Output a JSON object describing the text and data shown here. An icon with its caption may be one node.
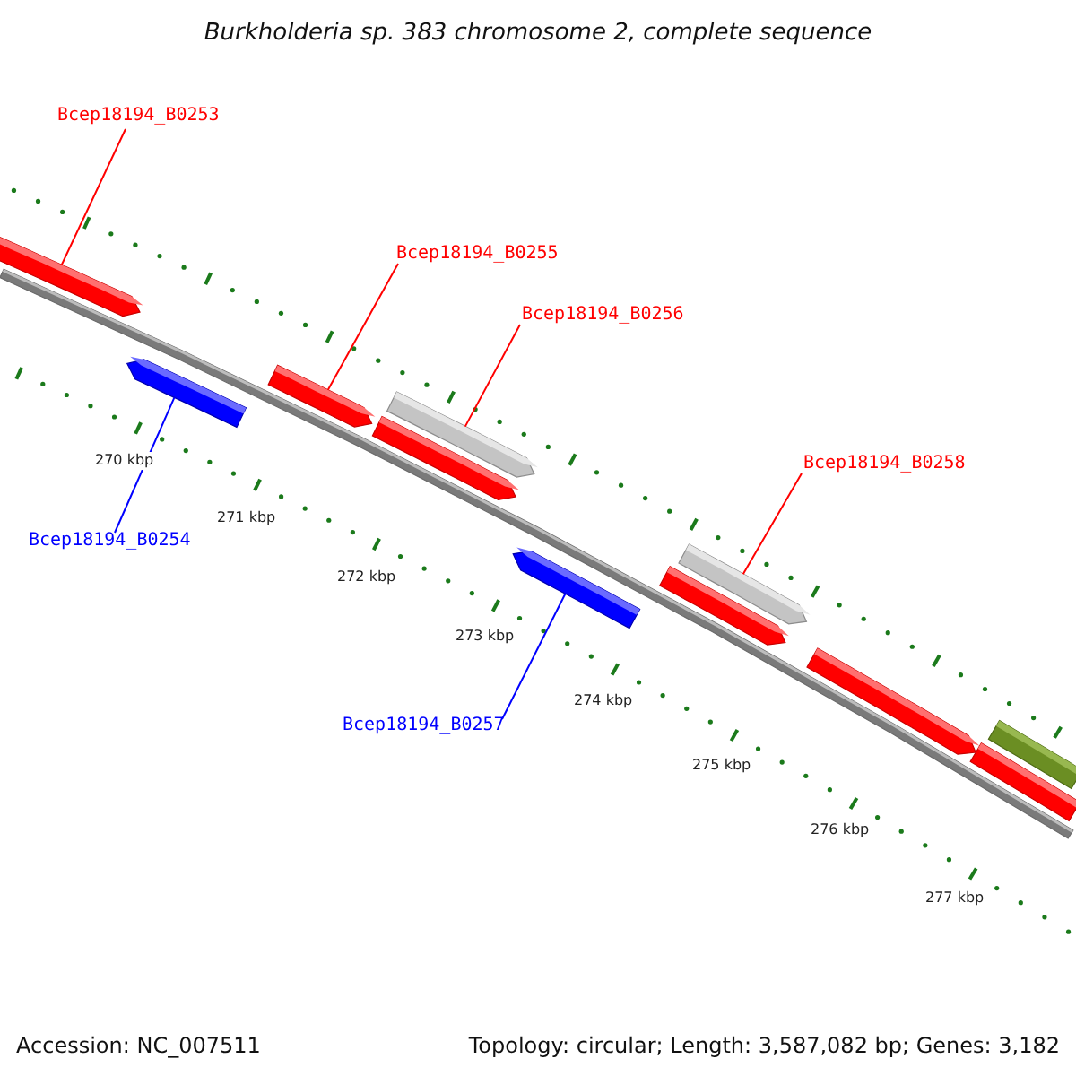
{
  "diagram": {
    "title": "Burkholderia sp. 383 chromosome 2, complete sequence",
    "nodes": [
      {
        "text": [
          "Bcep18194_B0253"
        ]
      },
      {
        "text": [],
        "shape": "bar"
      },
      {
        "text": [
          "Bcep18194_B0255"
        ]
      },
      {
        "text": [],
        "shape": "bar"
      },
      {
        "text": [
          "Bcep18194_B0256"
        ]
      },
      {
        "text": [],
        "shape": "bar"
      },
      {
        "text": [
          "Bcep18194_B0254"
        ]
      },
      {
        "text": [],
        "shape": "bar"
      },
      {
        "text": [
          "Bcep18194_B0258"
        ]
      },
      {
        "text": [],
        "shape": "bar"
      },
      {
        "text": [
          "Bcep18194_B0257"
        ]
      },
      {
        "text": [],
        "shape": "bar"
      },
      {
        "text": [],
        "shape": "bar"
      },
      {
        "text": [],
        "shape": "bar"
      },
      {
        "text": [],
        "shape": "bar"
      },
      {
        "text": [],
        "shape": "bar"
      },
      {
        "text": [],
        "shape": "bar"
      },
      {
        "text": [],
        "shape": "bar"
      }
    ],
    "edges": [
      {
        "from": 0,
        "to": 1,
        "arrow": "none"
      },
      {
        "from": 2,
        "to": 3,
        "arrow": "none"
      },
      {
        "from": 4,
        "to": 5,
        "arrow": "none"
      },
      {
        "from": 6,
        "to": 7,
        "arrow": "none",
        "color": "#0000ff"
      },
      {
        "from": 8,
        "to": 9,
        "arrow": "none"
      },
      {
        "from": 10,
        "to": 11,
        "arrow": "none",
        "color": "#0000ff"
      }
    ],
    "labels": [
      "270 kbp",
      "271 kbp",
      "272 kbp",
      "273 kbp",
      "274 kbp",
      "275 kbp",
      "276 kbp",
      "277 kbp",
      "Accession: NC_007511",
      "Topology: circular; Length: 3,587,082 bp; Genes: 3,182"
    ]
  }
}
